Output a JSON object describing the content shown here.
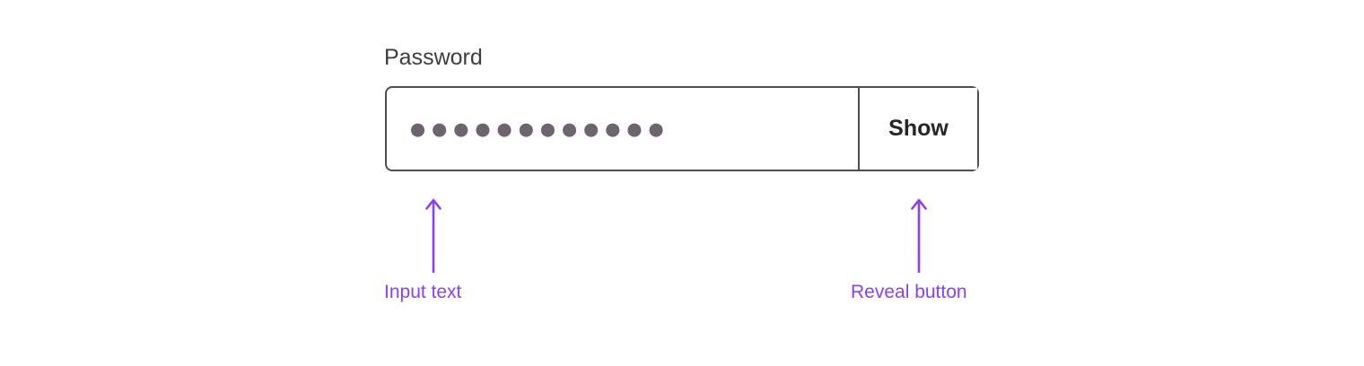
{
  "page": {
    "background": "#ffffff"
  },
  "password_field": {
    "label": "Password",
    "masked_value": "●●●●●●●●●●●●",
    "masked_dot_count": 12,
    "show_button_label": "Show",
    "colors": {
      "border": "#514d55",
      "dots": "#6e6470",
      "label_text": "#3f3c42",
      "show_text": "#262626"
    }
  },
  "annotations": {
    "accent_color": "#8a3ffc",
    "items": [
      {
        "label": "Input text"
      },
      {
        "label": "Reveal button"
      }
    ]
  }
}
